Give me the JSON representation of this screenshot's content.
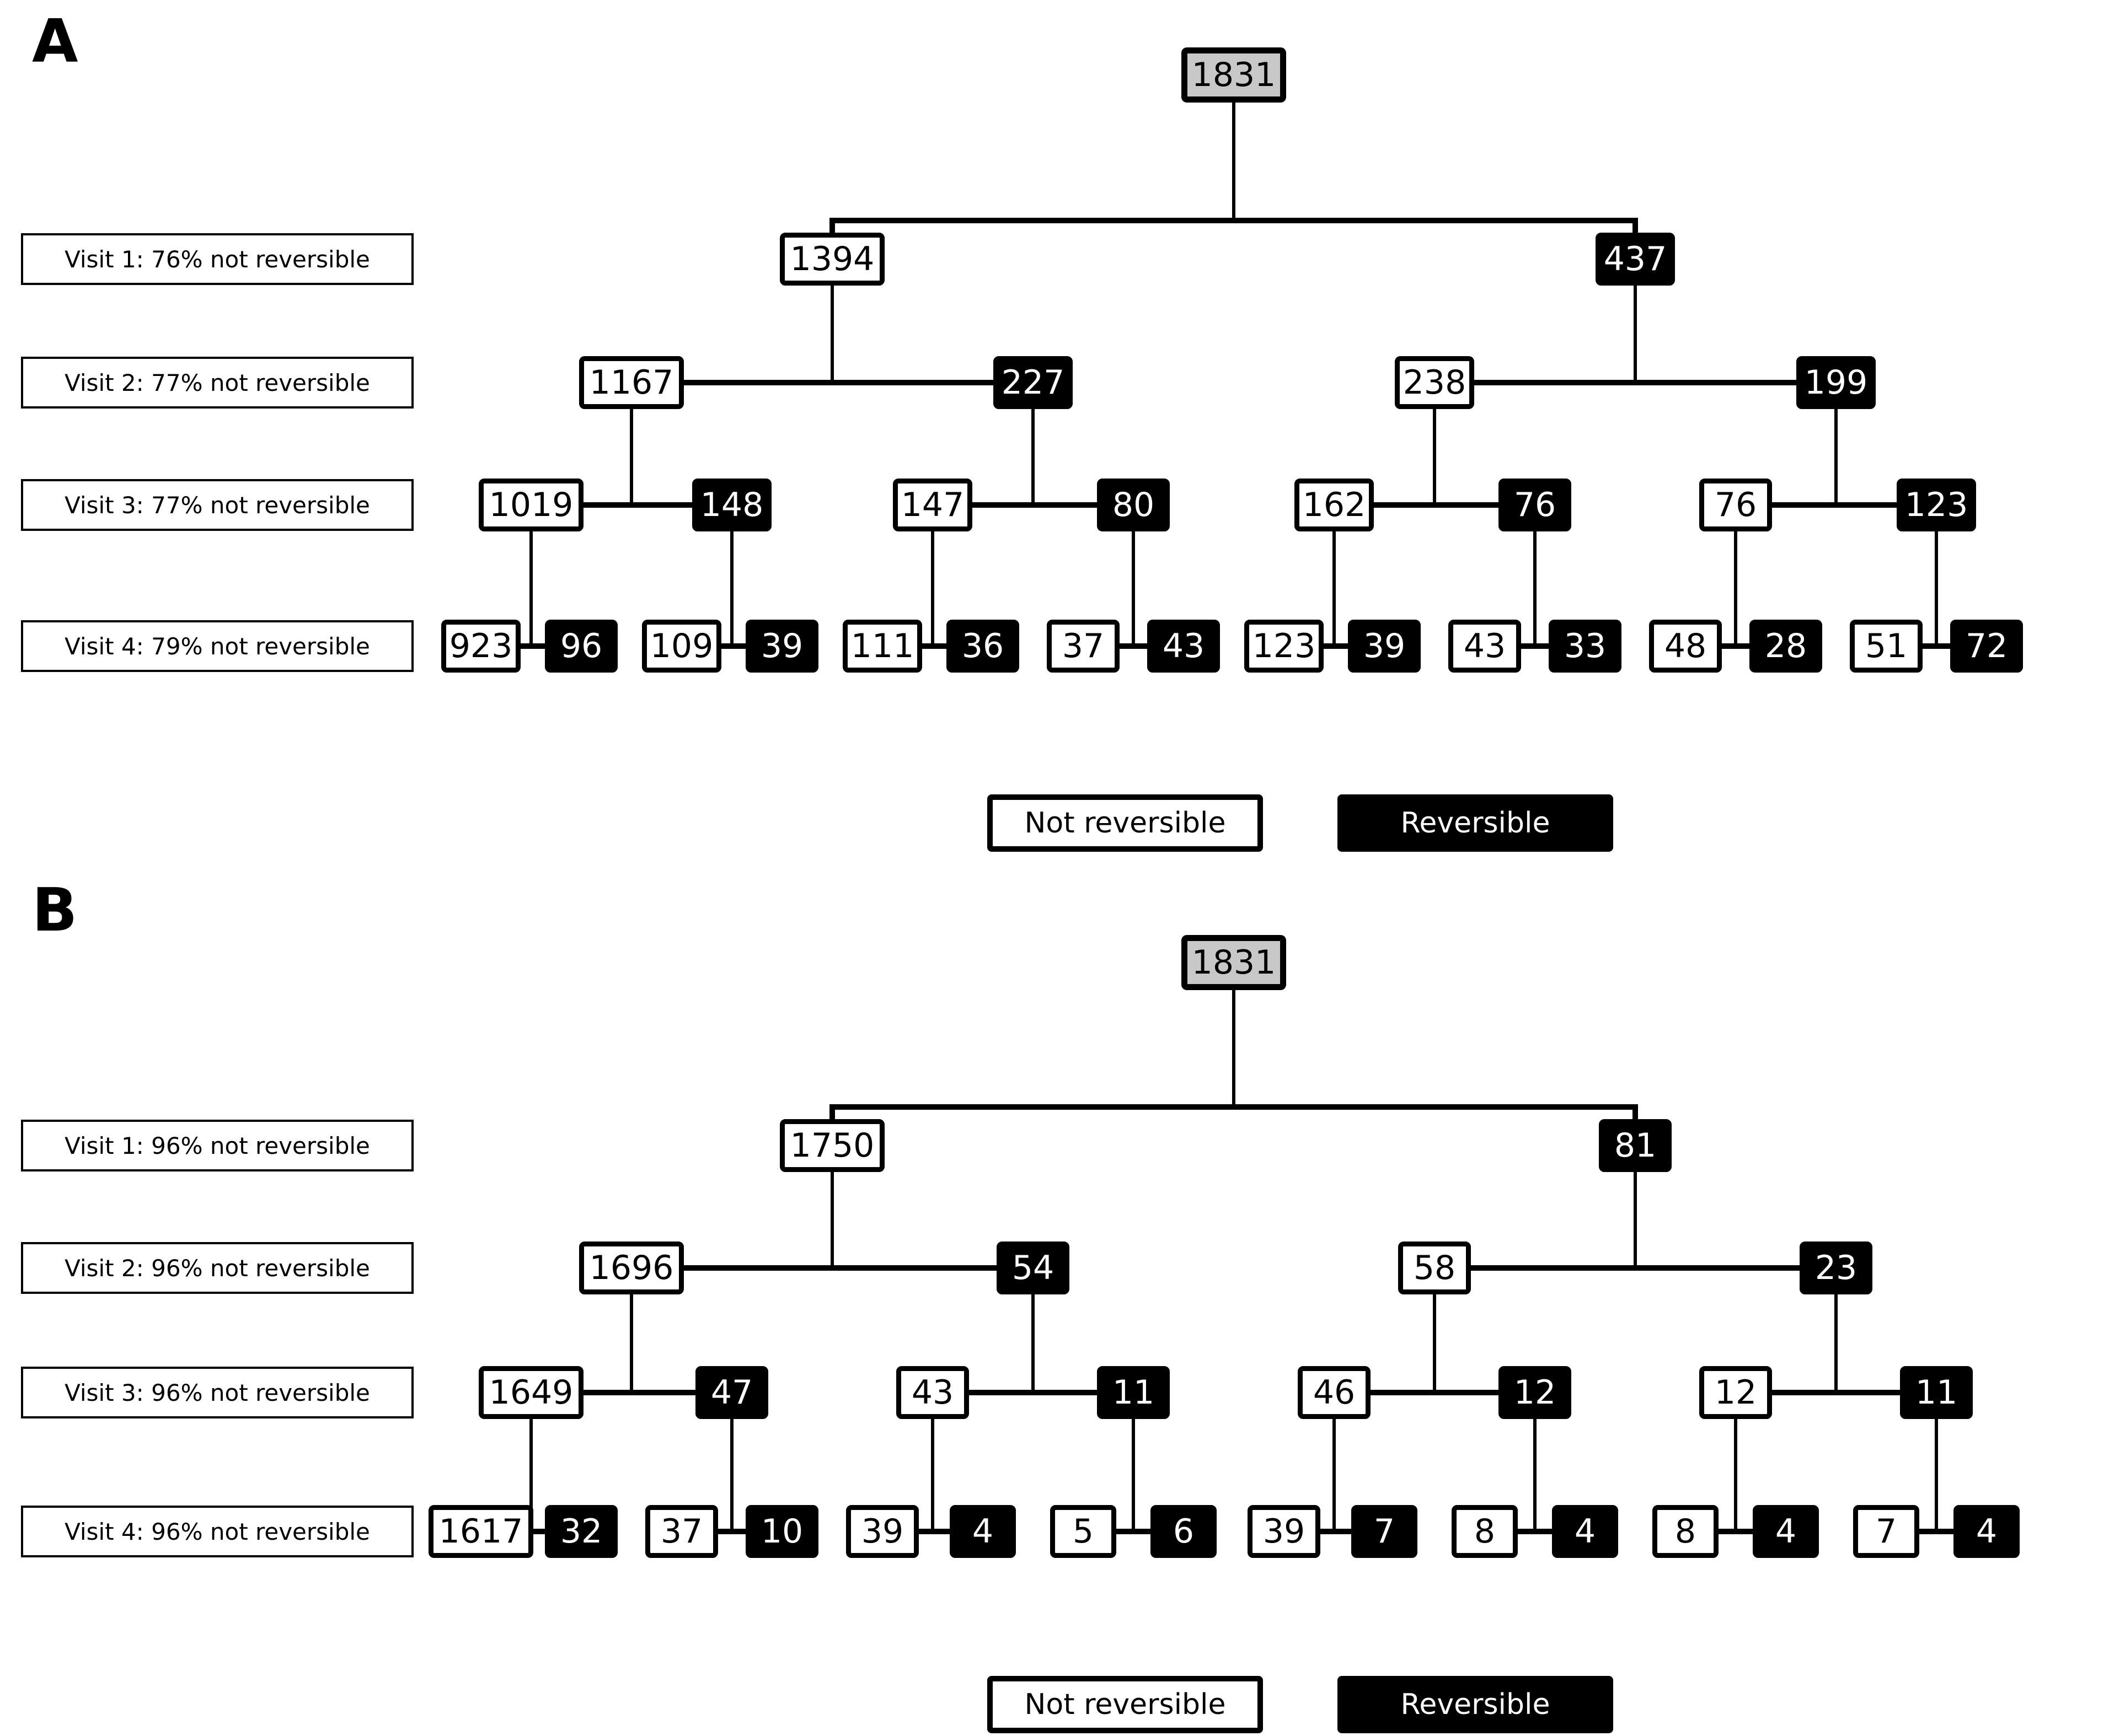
{
  "figure": {
    "legend": {
      "not_reversible": "Not reversible",
      "reversible": "Reversible"
    },
    "colors": {
      "not_reversible_fill": "#ffffff",
      "reversible_fill": "#000000",
      "total_fill": "#c8c8c8",
      "line": "#000000"
    },
    "panels": [
      {
        "letter": "A",
        "visit_labels": [
          "Visit 1: 76% not reversible",
          "Visit 2: 77% not reversible",
          "Visit 3: 77% not reversible",
          "Visit 4: 79% not reversible"
        ],
        "root": {
          "value": "1831",
          "status": "total"
        },
        "levels": [
          [
            {
              "value": "1394",
              "status": "not_reversible"
            },
            {
              "value": "437",
              "status": "reversible"
            }
          ],
          [
            {
              "value": "1167",
              "status": "not_reversible"
            },
            {
              "value": "227",
              "status": "reversible"
            },
            {
              "value": "238",
              "status": "not_reversible"
            },
            {
              "value": "199",
              "status": "reversible"
            }
          ],
          [
            {
              "value": "1019",
              "status": "not_reversible"
            },
            {
              "value": "148",
              "status": "reversible"
            },
            {
              "value": "147",
              "status": "not_reversible"
            },
            {
              "value": "80",
              "status": "reversible"
            },
            {
              "value": "162",
              "status": "not_reversible"
            },
            {
              "value": "76",
              "status": "reversible"
            },
            {
              "value": "76",
              "status": "not_reversible"
            },
            {
              "value": "123",
              "status": "reversible"
            }
          ],
          [
            {
              "value": "923",
              "status": "not_reversible"
            },
            {
              "value": "96",
              "status": "reversible"
            },
            {
              "value": "109",
              "status": "not_reversible"
            },
            {
              "value": "39",
              "status": "reversible"
            },
            {
              "value": "111",
              "status": "not_reversible"
            },
            {
              "value": "36",
              "status": "reversible"
            },
            {
              "value": "37",
              "status": "not_reversible"
            },
            {
              "value": "43",
              "status": "reversible"
            },
            {
              "value": "123",
              "status": "not_reversible"
            },
            {
              "value": "39",
              "status": "reversible"
            },
            {
              "value": "43",
              "status": "not_reversible"
            },
            {
              "value": "33",
              "status": "reversible"
            },
            {
              "value": "48",
              "status": "not_reversible"
            },
            {
              "value": "28",
              "status": "reversible"
            },
            {
              "value": "51",
              "status": "not_reversible"
            },
            {
              "value": "72",
              "status": "reversible"
            }
          ]
        ]
      },
      {
        "letter": "B",
        "visit_labels": [
          "Visit 1: 96% not reversible",
          "Visit 2: 96% not reversible",
          "Visit 3: 96% not reversible",
          "Visit 4: 96% not reversible"
        ],
        "root": {
          "value": "1831",
          "status": "total"
        },
        "levels": [
          [
            {
              "value": "1750",
              "status": "not_reversible"
            },
            {
              "value": "81",
              "status": "reversible"
            }
          ],
          [
            {
              "value": "1696",
              "status": "not_reversible"
            },
            {
              "value": "54",
              "status": "reversible"
            },
            {
              "value": "58",
              "status": "not_reversible"
            },
            {
              "value": "23",
              "status": "reversible"
            }
          ],
          [
            {
              "value": "1649",
              "status": "not_reversible"
            },
            {
              "value": "47",
              "status": "reversible"
            },
            {
              "value": "43",
              "status": "not_reversible"
            },
            {
              "value": "11",
              "status": "reversible"
            },
            {
              "value": "46",
              "status": "not_reversible"
            },
            {
              "value": "12",
              "status": "reversible"
            },
            {
              "value": "12",
              "status": "not_reversible"
            },
            {
              "value": "11",
              "status": "reversible"
            }
          ],
          [
            {
              "value": "1617",
              "status": "not_reversible"
            },
            {
              "value": "32",
              "status": "reversible"
            },
            {
              "value": "37",
              "status": "not_reversible"
            },
            {
              "value": "10",
              "status": "reversible"
            },
            {
              "value": "39",
              "status": "not_reversible"
            },
            {
              "value": "4",
              "status": "reversible"
            },
            {
              "value": "5",
              "status": "not_reversible"
            },
            {
              "value": "6",
              "status": "reversible"
            },
            {
              "value": "39",
              "status": "not_reversible"
            },
            {
              "value": "7",
              "status": "reversible"
            },
            {
              "value": "8",
              "status": "not_reversible"
            },
            {
              "value": "4",
              "status": "reversible"
            },
            {
              "value": "8",
              "status": "not_reversible"
            },
            {
              "value": "4",
              "status": "reversible"
            },
            {
              "value": "7",
              "status": "not_reversible"
            },
            {
              "value": "4",
              "status": "reversible"
            }
          ]
        ]
      }
    ]
  }
}
